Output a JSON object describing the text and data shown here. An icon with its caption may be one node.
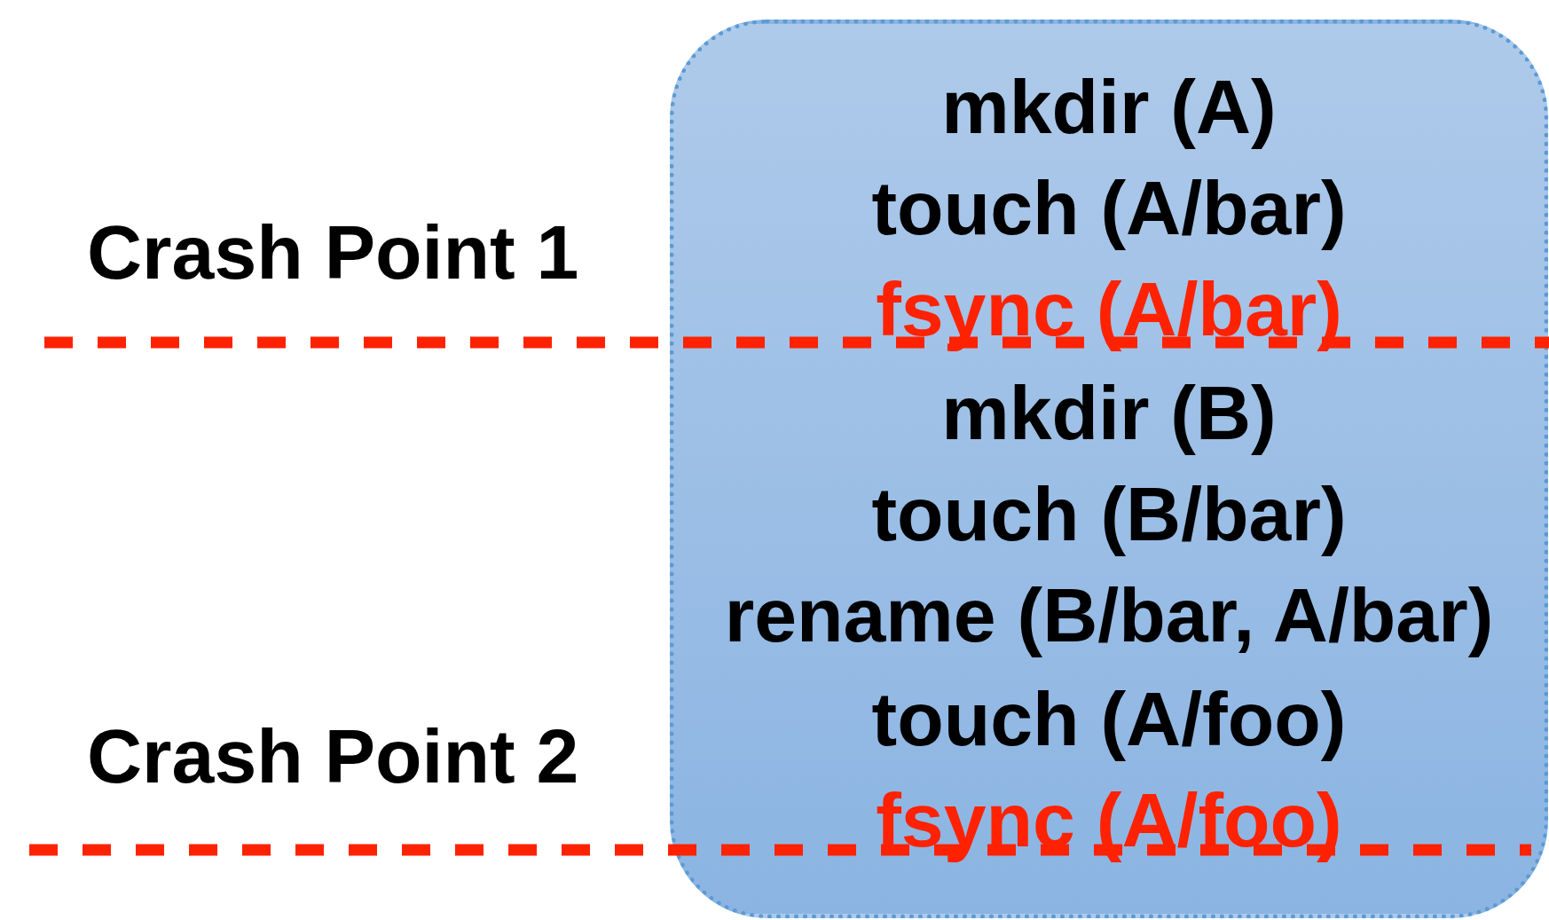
{
  "diagram": {
    "nodes": [
      {
        "text": [
          "mkdir (A)",
          "touch (A/bar)",
          "fsync (A/bar)",
          "mkdir (B)",
          "touch (B/bar)",
          "rename (B/bar, A/bar)",
          "touch (A/foo)",
          "fsync (A/foo)"
        ]
      }
    ],
    "labels": [
      "Crash Point 1",
      "Crash Point 2"
    ]
  }
}
